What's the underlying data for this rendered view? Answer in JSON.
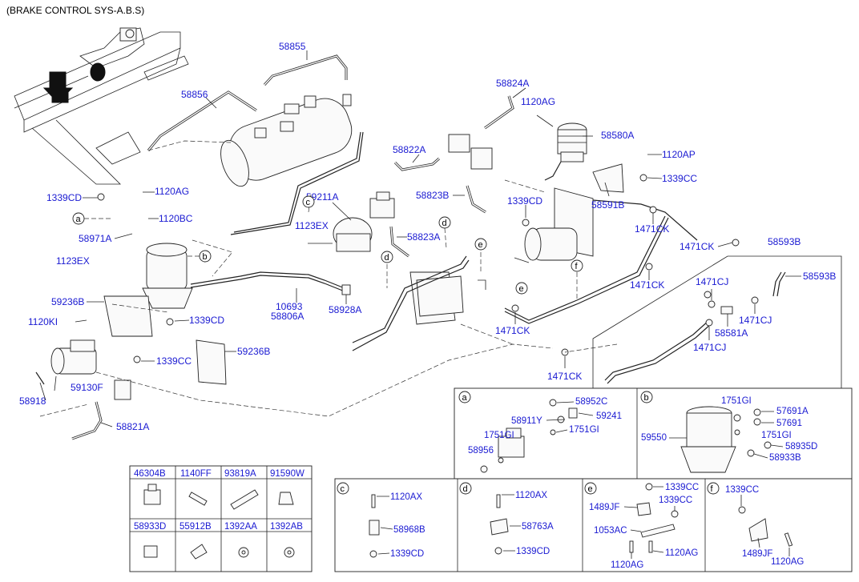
{
  "title": "(BRAKE CONTROL SYS-A.B.S)",
  "part_labels": {
    "p58855": "58855",
    "p58856": "58856",
    "p58824A": "58824A",
    "p1120AG_top": "1120AG",
    "p58580A": "58580A",
    "p58822A": "58822A",
    "p1120AP": "1120AP",
    "p1339CC_top": "1339CC",
    "p1339CD_left": "1339CD",
    "p1120AG_left": "1120AG",
    "p59211A": "59211A",
    "p58823B": "58823B",
    "p1339CD_mid": "1339CD",
    "p58591B": "58591B",
    "p1120BC": "1120BC",
    "p1123EX_mid": "1123EX",
    "p58971A": "58971A",
    "p58823A": "58823A",
    "p1471CK_1": "1471CK",
    "p1471CK_2": "1471CK",
    "p58593B_top": "58593B",
    "p1123EX_left": "1123EX",
    "p58593B_right": "58593B",
    "p1471CK_3": "1471CK",
    "p1471CJ_1": "1471CJ",
    "p59236B_left": "59236B",
    "p10693": "10693",
    "p58806A": "58806A",
    "p58928A": "58928A",
    "p1471CJ_2": "1471CJ",
    "p1120KI": "1120KI",
    "p1339CD_low": "1339CD",
    "p1471CK_4": "1471CK",
    "p58581A": "58581A",
    "p1471CJ_3": "1471CJ",
    "p59236B_right": "59236B",
    "p1339CC_low": "1339CC",
    "p1471CK_5": "1471CK",
    "p58918": "58918",
    "p59130F": "59130F",
    "p58821A": "58821A"
  },
  "callouts": {
    "a": "a",
    "b": "b",
    "c": "c",
    "d": "d",
    "e": "e",
    "f": "f"
  },
  "detail_a": {
    "letter": "a",
    "labels": [
      "58952C",
      "58911Y",
      "59241",
      "1751GI",
      "1751GI",
      "58956"
    ]
  },
  "detail_b": {
    "letter": "b",
    "labels": [
      "1751GI",
      "57691A",
      "57691",
      "59550",
      "1751GI",
      "58935D",
      "58933B"
    ]
  },
  "detail_c": {
    "letter": "c",
    "labels": [
      "1120AX",
      "58968B",
      "1339CD"
    ]
  },
  "detail_d": {
    "letter": "d",
    "labels": [
      "1120AX",
      "58763A",
      "1339CD"
    ]
  },
  "detail_e": {
    "letter": "e",
    "labels": [
      "1339CC",
      "1489JF",
      "1339CC",
      "1053AC",
      "1120AG",
      "1120AG"
    ]
  },
  "detail_f": {
    "letter": "f",
    "labels": [
      "1339CC",
      "1489JF",
      "1120AG"
    ]
  },
  "parts_grid": {
    "row1": [
      "46304B",
      "1140FF",
      "93819A",
      "91590W"
    ],
    "row2": [
      "58933D",
      "55912B",
      "1392AA",
      "1392AB"
    ]
  },
  "colors": {
    "label": "#1a1ad2",
    "line": "#222222"
  }
}
